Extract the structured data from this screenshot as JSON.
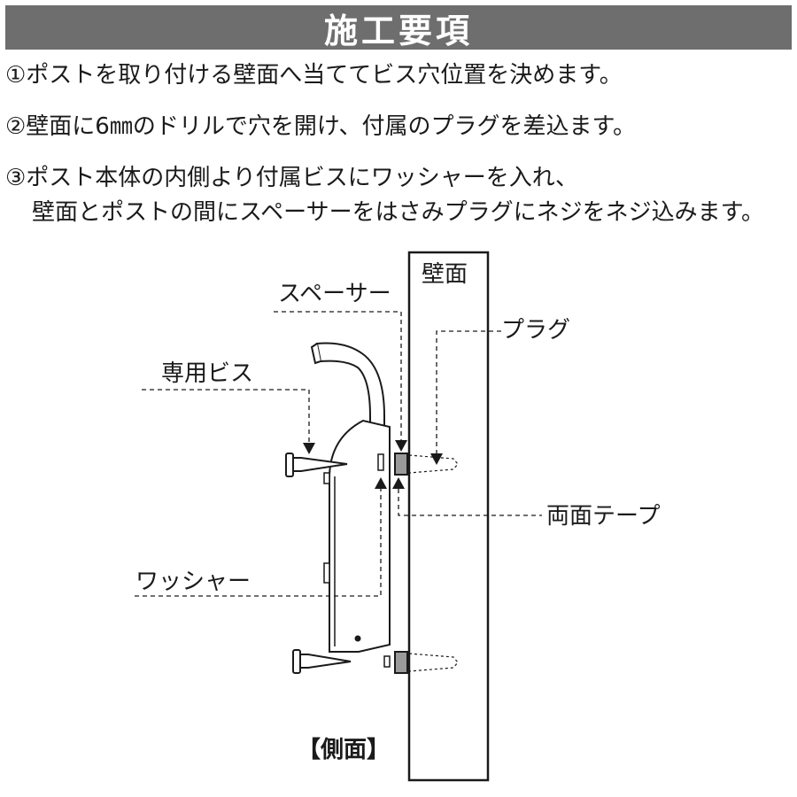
{
  "header": {
    "title": "施工要項"
  },
  "steps": [
    "①ポストを取り付ける壁面へ当ててビス穴位置を決めます。",
    "②壁面に6㎜のドリルで穴を開け、付属のプラグを差込ます。",
    "③ポスト本体の内側より付属ビスにワッシャーを入れ、",
    "壁面とポストの間にスペーサーをはさみプラグにネジをネジ込みます。"
  ],
  "diagram": {
    "wall_label": "壁面",
    "spacer_label": "スペーサー",
    "plug_label": "プラグ",
    "screw_label": "専用ビス",
    "tape_label": "両面テープ",
    "washer_label": "ワッシャー",
    "view_label": "【側面】"
  },
  "colors": {
    "header_bg": "#6e6e6e",
    "spacer_fill": "#9a9a9a",
    "line": "#1a1a1a"
  }
}
